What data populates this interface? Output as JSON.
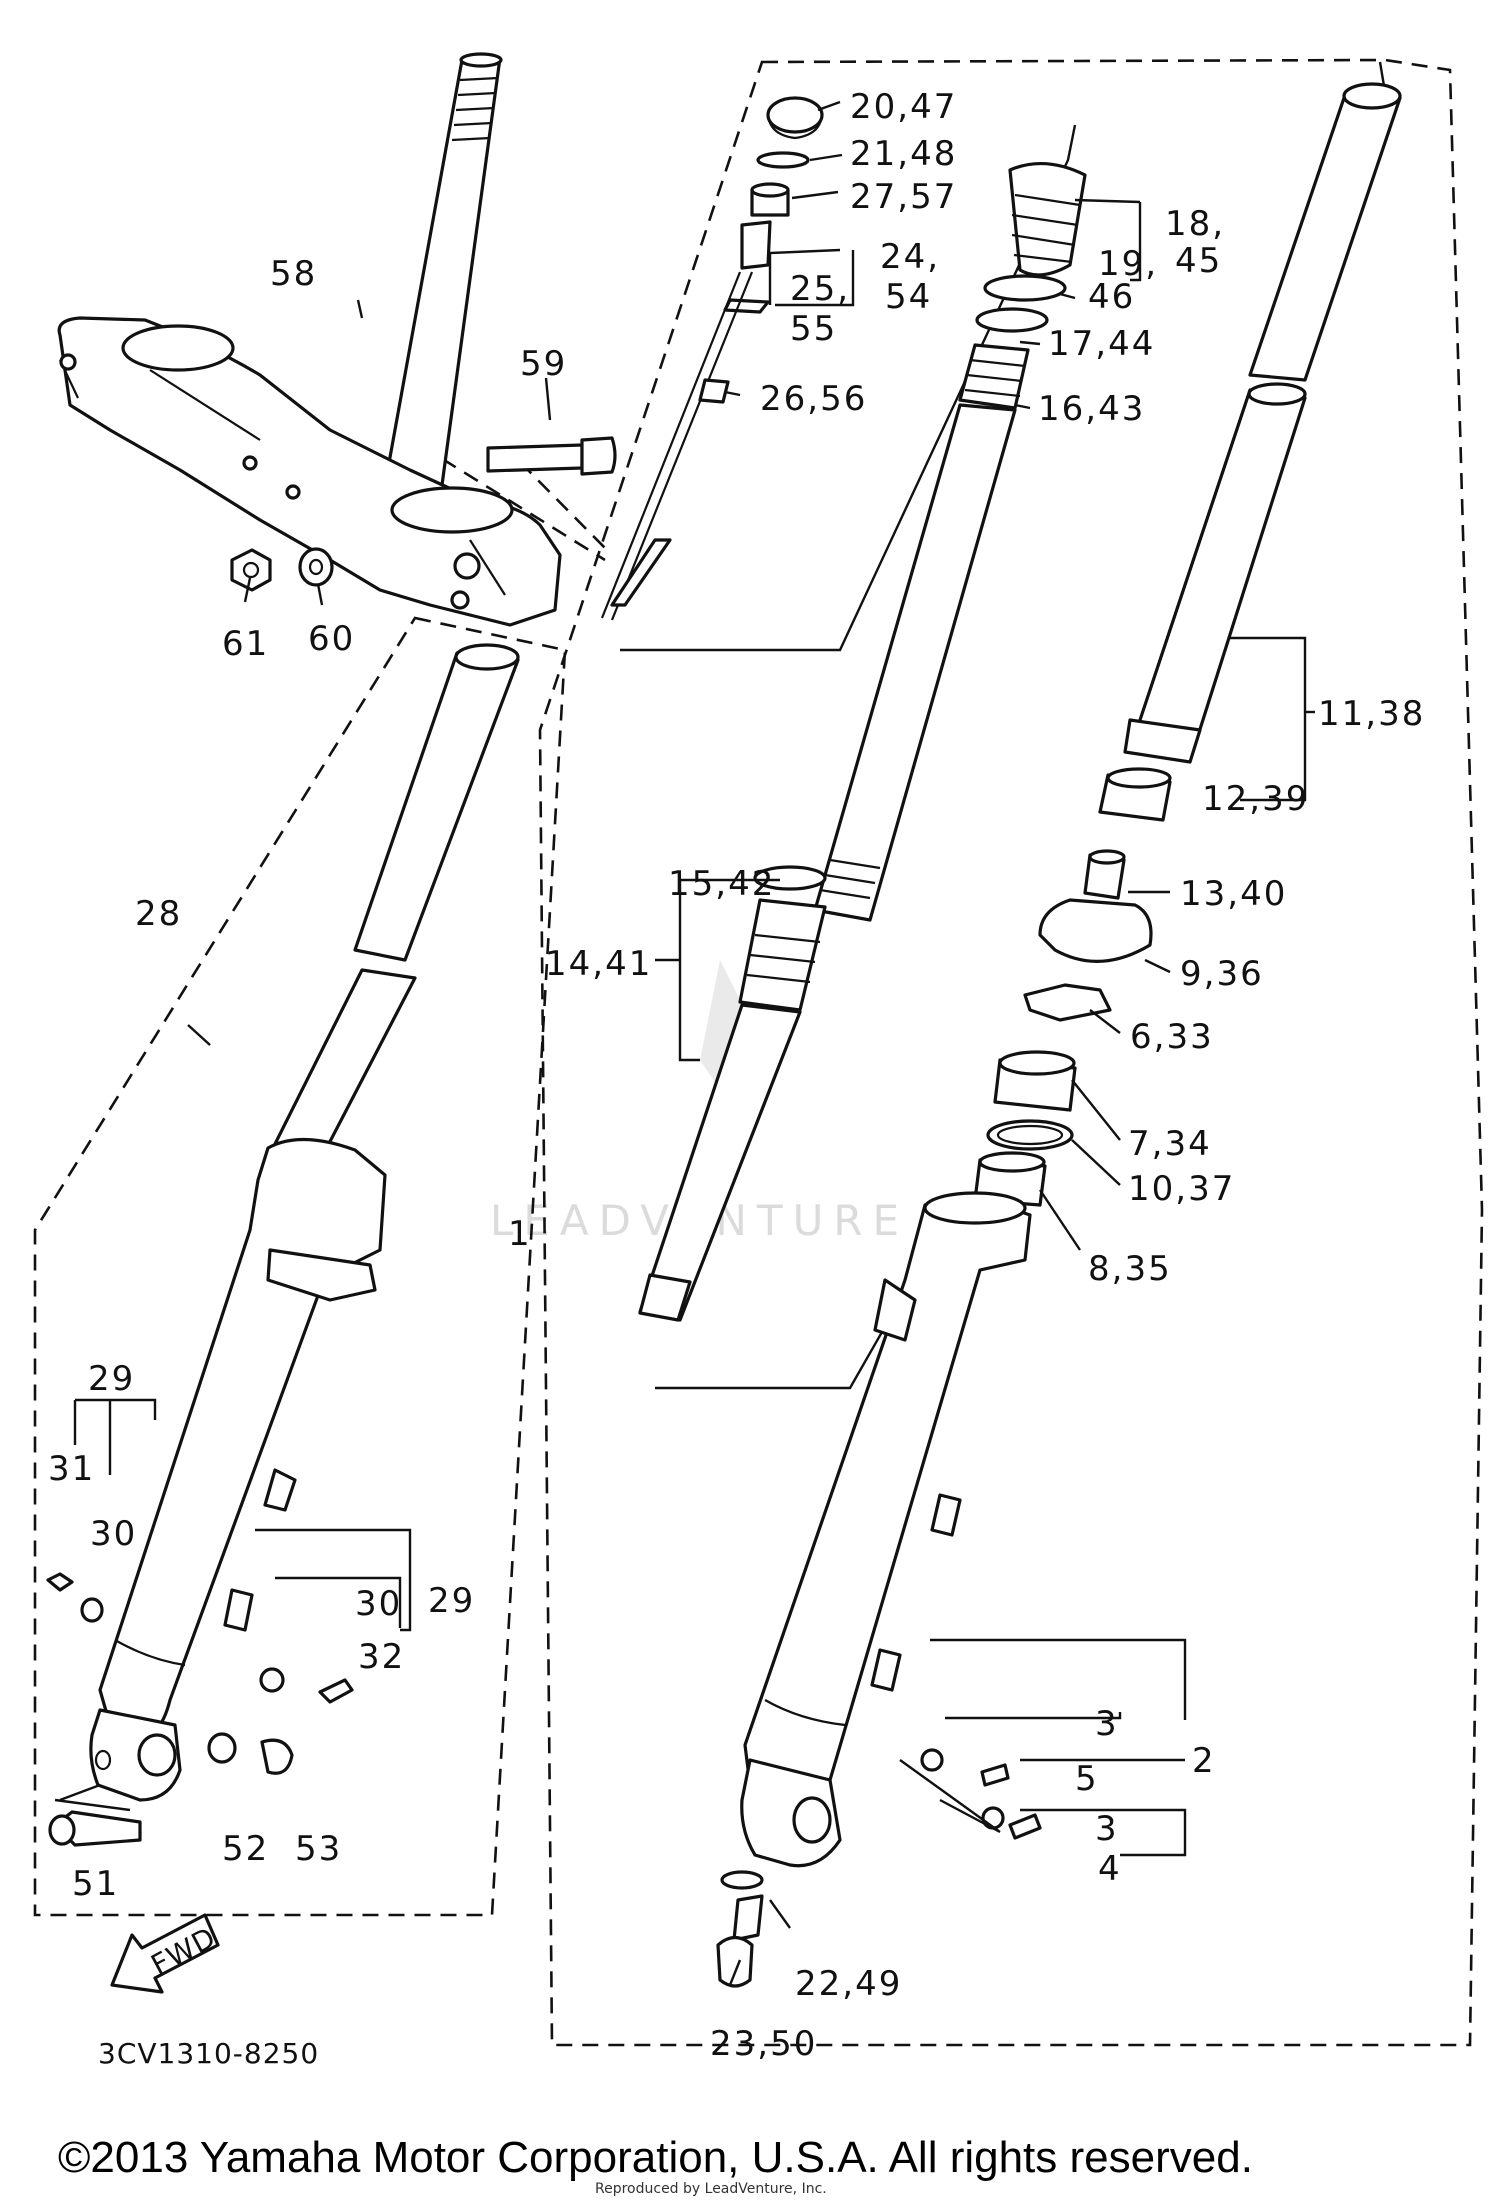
{
  "diagram": {
    "part_code": "3CV1310-8250",
    "copyright": "©2013 Yamaha Motor Corporation, U.S.A. All rights reserved.",
    "reproduced_note": "Reproduced by LeadVenture, Inc.",
    "watermark": "LEADVENTURE",
    "fwd_label": "FWD",
    "callouts": {
      "c58": "58",
      "c59": "59",
      "c61": "61",
      "c60": "60",
      "c28": "28",
      "c29a": "29",
      "c31": "31",
      "c30a": "30",
      "c30b": "30",
      "c29b": "29",
      "c32": "32",
      "c51": "51",
      "c52": "52",
      "c53": "53",
      "c1": "1",
      "c20_47": "20,47",
      "c21_48": "21,48",
      "c27_57": "27,57",
      "c24": "24,",
      "c54": "54",
      "c25": "25,",
      "c55": "55",
      "c26_56": "26,56",
      "c18": "18,",
      "c45": "45",
      "c19": "19,",
      "c46": "46",
      "c17_44": "17,44",
      "c16_43": "16,43",
      "c11_38": "11,38",
      "c12_39": "12,39",
      "c15_42": "15,42",
      "c14_41": "14,41",
      "c13_40": "13,40",
      "c9_36": "9,36",
      "c6_33": "6,33",
      "c7_34": "7,34",
      "c10_37": "10,37",
      "c8_35": "8,35",
      "c3a": "3",
      "c2": "2",
      "c5": "5",
      "c3b": "3",
      "c4": "4",
      "c22_49": "22,49",
      "c23_50": "23,50"
    }
  }
}
